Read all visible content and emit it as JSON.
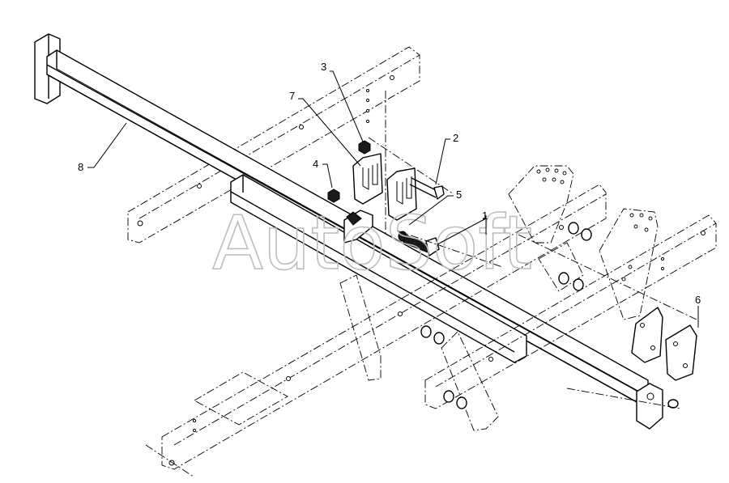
{
  "watermark": "AutoSoft",
  "callouts": [
    {
      "id": "callout-1",
      "label": "1"
    },
    {
      "id": "callout-2",
      "label": "2"
    },
    {
      "id": "callout-3",
      "label": "3"
    },
    {
      "id": "callout-4",
      "label": "4"
    },
    {
      "id": "callout-5",
      "label": "5"
    },
    {
      "id": "callout-6",
      "label": "6"
    },
    {
      "id": "callout-7",
      "label": "7"
    },
    {
      "id": "callout-8",
      "label": "8"
    }
  ],
  "colors": {
    "ink": "#000000",
    "paper": "#ffffff",
    "watermark": "#bdbdbd"
  }
}
